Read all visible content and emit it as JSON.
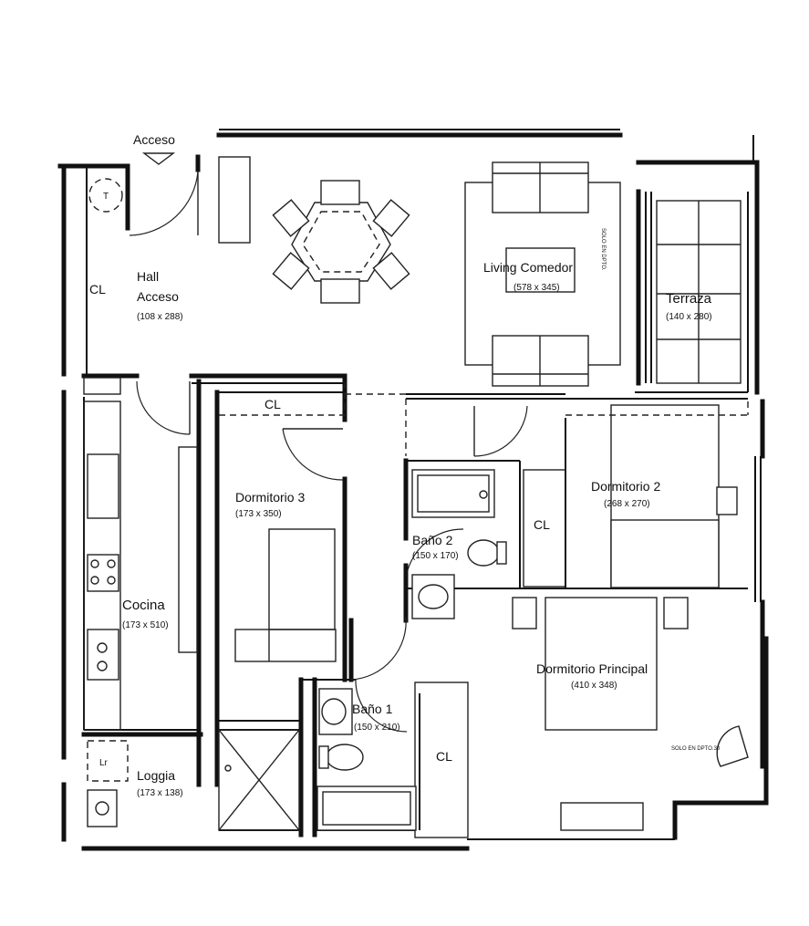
{
  "labels": {
    "acceso": "Acceso",
    "termo": "T",
    "cl_hall": "CL",
    "hall_name_1": "Hall",
    "hall_name_2": "Acceso",
    "hall_dim": "(108 x 288)",
    "living_name": "Living Comedor",
    "living_dim": "(578 x 345)",
    "terraza_name": "Terraza",
    "terraza_dim": "(140 x 280)",
    "cl_d3": "CL",
    "d3_name": "Dormitorio 3",
    "d3_dim": "(173 x 350)",
    "bano2_name": "Baño 2",
    "bano2_dim": "(150 x 170)",
    "cl_d2": "CL",
    "d2_name": "Dormitorio 2",
    "d2_dim": "(268 x 270)",
    "cocina_name": "Cocina",
    "cocina_dim": "(173 x 510)",
    "dp_name": "Dormitorio Principal",
    "dp_dim": "(410 x 348)",
    "bano1_name": "Baño 1",
    "bano1_dim": "(150 x 210)",
    "cl_dp": "CL",
    "lr": "Lr",
    "loggia_name": "Loggia",
    "loggia_dim": "(173 x 138)",
    "note_vertical": "SOLO EN DPTO.",
    "note_corner": "SOLO EN DPTO.30"
  }
}
